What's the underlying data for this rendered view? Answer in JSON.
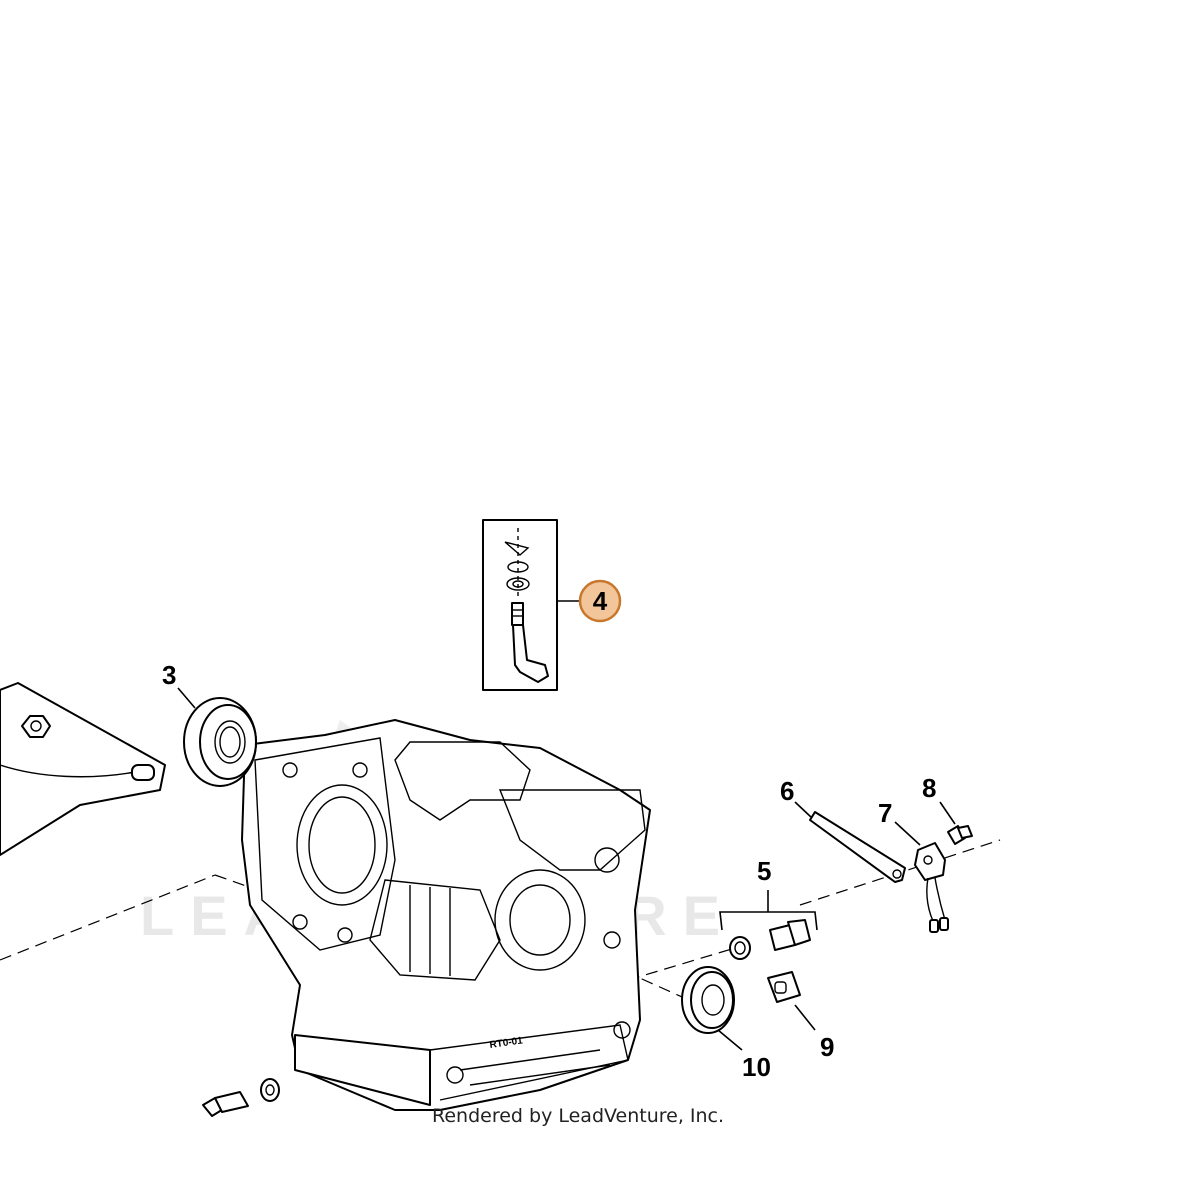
{
  "callouts": {
    "c3": "3",
    "c4": "4",
    "c5": "5",
    "c6": "6",
    "c7": "7",
    "c8": "8",
    "c9": "9",
    "c10": "10"
  },
  "highlight": {
    "fill": "#f2c59a",
    "stroke": "#c8782d"
  },
  "engine_mark": "RT0-01",
  "credit": "Rendered by LeadVenture, Inc.",
  "watermark": "LEADVENTURE"
}
